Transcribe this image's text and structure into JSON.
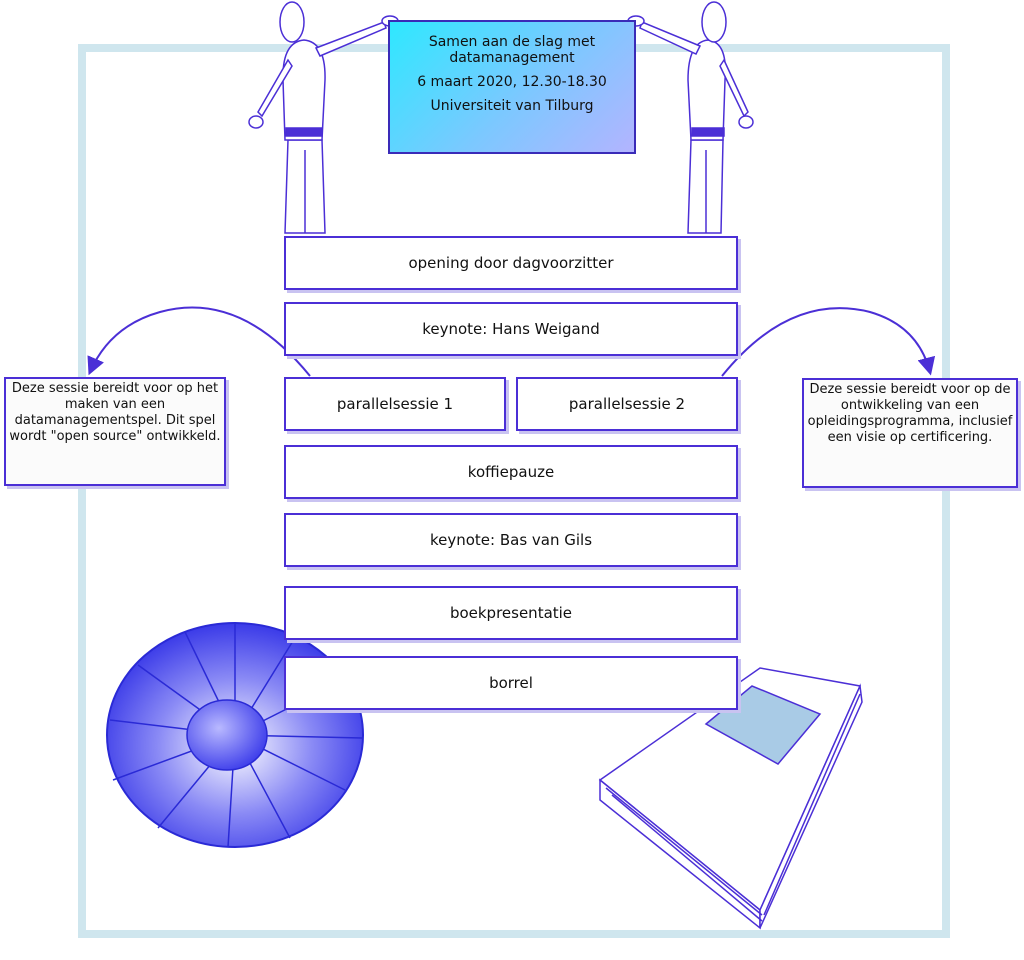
{
  "banner": {
    "title": "Samen aan de slag met datamanagement",
    "date": "6 maart 2020, 12.30-18.30",
    "location": "Universiteit van Tilburg"
  },
  "program": {
    "opening": "opening door dagvoorzitter",
    "keynote1": "keynote: Hans Weigand",
    "parallel1": "parallelsessie 1",
    "parallel2": "parallelsessie 2",
    "break": "koffiepauze",
    "keynote2": "keynote: Bas van Gils",
    "book": "boekpresentatie",
    "drinks": "borrel"
  },
  "notes": {
    "session1": "Deze sessie bereidt voor op het maken van een datamanagementspel. Dit spel wordt \"open source\" ontwikkeld.",
    "session2": "Deze sessie bereidt voor op de ontwikkeling van een opleidingsprogramma, inclusief een visie op certificering."
  },
  "colors": {
    "frame": "#cfe6ee",
    "line": "#4b2fd6",
    "disc": "#3f3fe6",
    "book_cover": "#a9cbe6"
  }
}
